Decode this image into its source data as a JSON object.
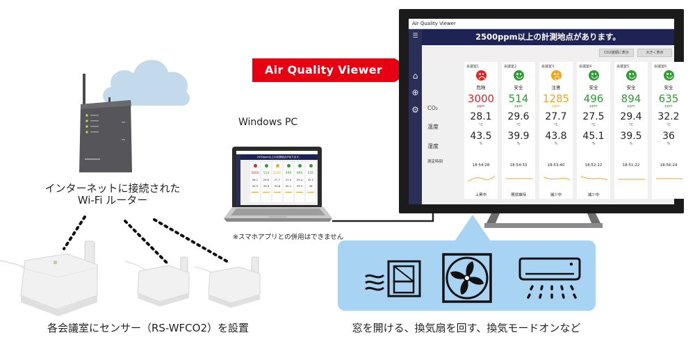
{
  "router_caption": {
    "line1": "インターネットに接続された",
    "line2": "Wi-Fi ルーター"
  },
  "sensor_caption": "各会議室にセンサー（RS-WFCO2）を設置",
  "action_caption": "窓を開ける、換気扇を回す、換気モードオンなど",
  "laptop_label": "Windows PC",
  "laptop_note": "※スマホアプリとの併用はできません",
  "banner_label": "Air Quality Viewer",
  "viewer": {
    "window_title": "Air Quality Viewer",
    "alert": "2500ppm以上の計測地点があります。",
    "btn_co2": "CO2値順に表示",
    "btn_large": "大きく表示",
    "row_co2": "CO₂",
    "row_temp": "温度",
    "row_humidity": "湿度",
    "row_time": "測定時刻",
    "cards": [
      {
        "name": "会議室1",
        "status": "危険",
        "co2": "3000",
        "co2_unit": "ppm",
        "temp": "28.1",
        "temp_unit": "°C",
        "hum": "43.5",
        "hum_unit": "%",
        "time": "18:54:28",
        "trend": "上昇中",
        "color": "#e8231f",
        "face": "sad"
      },
      {
        "name": "会議室2",
        "status": "安全",
        "co2": "514",
        "co2_unit": "ppm",
        "temp": "29.6",
        "temp_unit": "°C",
        "hum": "39.9",
        "hum_unit": "%",
        "time": "18:54:33",
        "trend": "現状維持",
        "color": "#2e9e32",
        "face": "smile"
      },
      {
        "name": "会議室3",
        "status": "注意",
        "co2": "1285",
        "co2_unit": "ppm",
        "temp": "27.7",
        "temp_unit": "°C",
        "hum": "43.8",
        "hum_unit": "%",
        "time": "18:53:40",
        "trend": "減少中",
        "color": "#f5a31a",
        "face": "o"
      },
      {
        "name": "会議室4",
        "status": "安全",
        "co2": "496",
        "co2_unit": "ppm",
        "temp": "27.5",
        "temp_unit": "°C",
        "hum": "45.1",
        "hum_unit": "%",
        "time": "18:52:12",
        "trend": "減少中",
        "color": "#2e9e32",
        "face": "smile"
      },
      {
        "name": "会議室5",
        "status": "安全",
        "co2": "894",
        "co2_unit": "ppm",
        "temp": "29.4",
        "temp_unit": "°C",
        "hum": "39.5",
        "hum_unit": "%",
        "time": "18:51:22",
        "trend": "",
        "color": "#2e9e32",
        "face": "smile"
      },
      {
        "name": "会議室6",
        "status": "安全",
        "co2": "635",
        "co2_unit": "ppm",
        "temp": "32.2",
        "temp_unit": "°C",
        "hum": "36",
        "hum_unit": "%",
        "time": "18:56:24",
        "trend": "",
        "color": "#2e9e32",
        "face": "smile"
      }
    ]
  },
  "laptop_screen": {
    "alert": "2500ppm以上の計測地点があります。",
    "co2": [
      "3000",
      "514",
      "1285",
      "496",
      "894",
      "635"
    ],
    "temp": [
      "28.1",
      "29.6",
      "27.7",
      "27.5",
      "29.4",
      "32.2"
    ],
    "hum": [
      "43.5",
      "39.9",
      "43.8",
      "45.1",
      "39.5",
      "36"
    ]
  },
  "icons": [
    "cloud-icon",
    "router-icon",
    "sensor-icon",
    "laptop-icon",
    "tv-icon",
    "window-wind-icon",
    "ventilation-fan-icon",
    "air-conditioner-icon",
    "home-icon",
    "plus-circle-icon",
    "gear-icon"
  ],
  "colors": {
    "danger": "#e8231f",
    "safe": "#2e9e32",
    "caution": "#f5a31a",
    "banner": "#e60012",
    "sidebar": "#2a2f57",
    "panel": "#a9d3f2"
  }
}
